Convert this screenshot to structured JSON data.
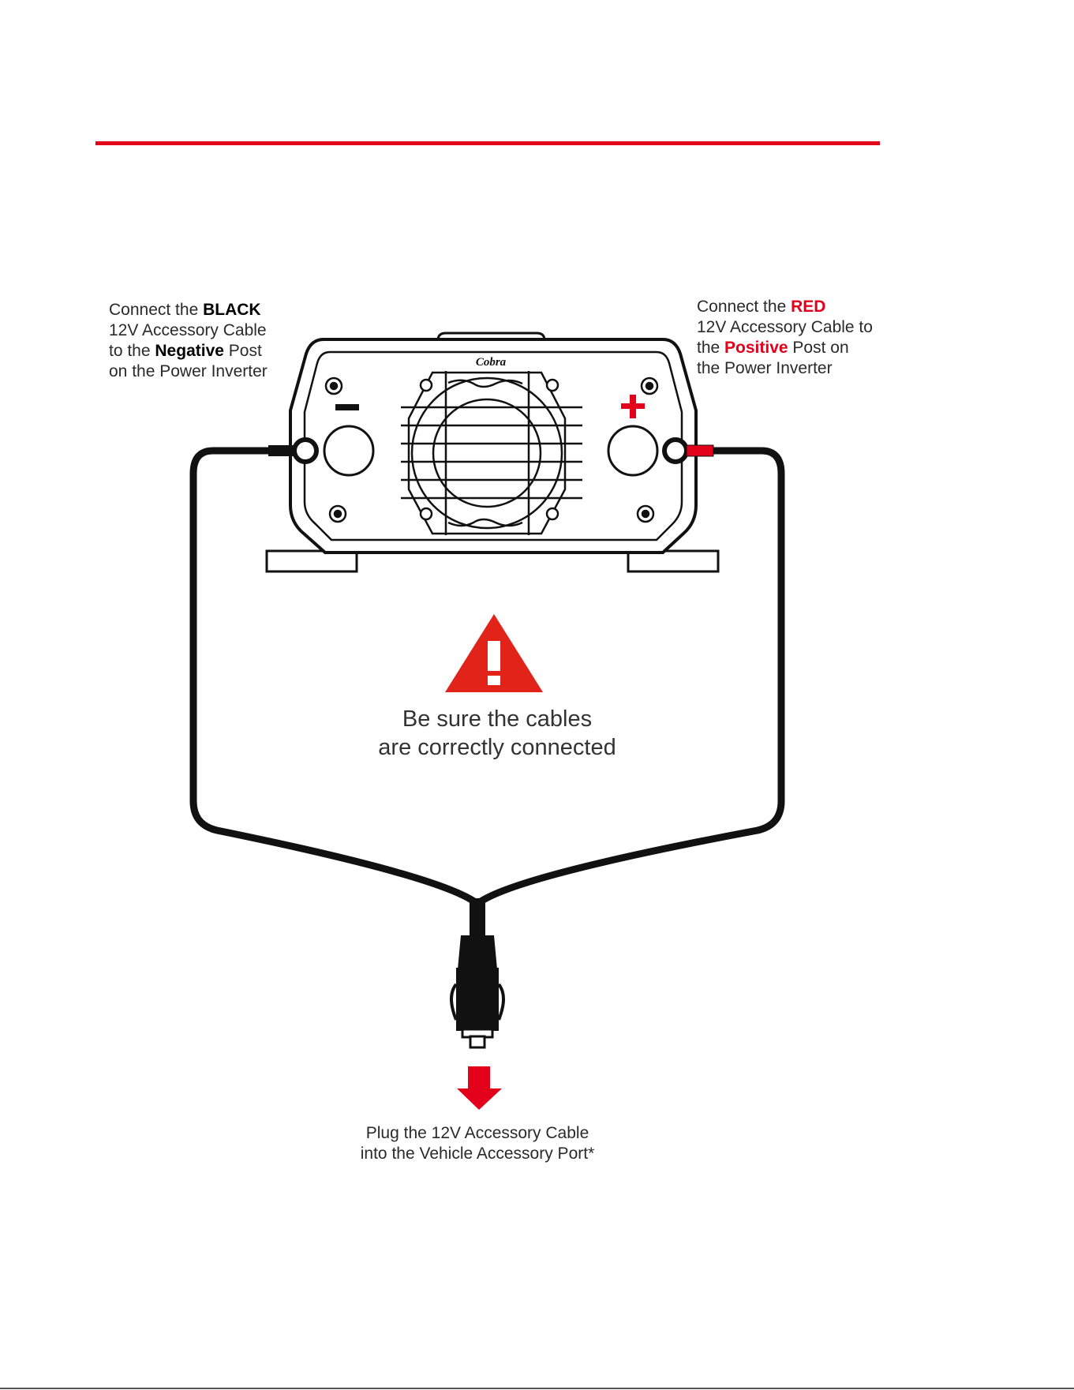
{
  "brand": {
    "logo_text": "Cobra"
  },
  "captions": {
    "black": {
      "line1_prefix": "Connect the ",
      "line1_strong": "BLACK",
      "line2": "12V Accessory Cable",
      "line3_prefix": "to the ",
      "line3_strong": "Negative",
      "line3_suffix": " Post",
      "line4": "on the Power Inverter"
    },
    "red": {
      "line1_prefix": "Connect the ",
      "line1_strong": "RED",
      "line2": "12V Accessory Cable to",
      "line3_prefix": "the ",
      "line3_strong": "Positive",
      "line3_suffix": " Post on",
      "line4": "the Power Inverter"
    },
    "bottom": {
      "line1": "Plug the 12V Accessory Cable",
      "line2": "into the Vehicle Accessory Port*"
    }
  },
  "warning": {
    "symbol": "!",
    "line1": "Be sure the cables",
    "line2": "are correctly connected"
  },
  "terminals": {
    "negative_symbol": "−",
    "positive_symbol": "+"
  },
  "colors": {
    "accent_red": "#e3001b",
    "warning_red": "#e2231a",
    "cable_black": "#111111"
  },
  "icons": [
    "warning-triangle-icon",
    "down-arrow-icon",
    "inverter-illustration",
    "cigarette-plug-icon"
  ]
}
